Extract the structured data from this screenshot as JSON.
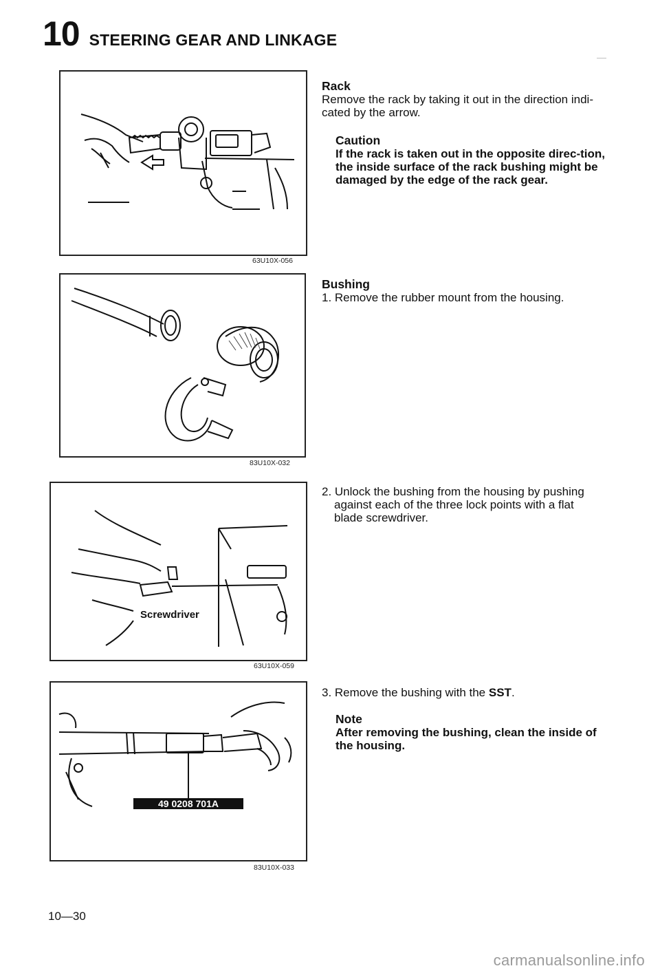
{
  "header": {
    "chapter_number": "10",
    "chapter_title": "STEERING GEAR AND LINKAGE"
  },
  "figures": {
    "fig1_code": "63U10X-056",
    "fig2_code": "83U10X-032",
    "fig3_code": "63U10X-059",
    "fig3_label": "Screwdriver",
    "fig4_code": "83U10X-033",
    "fig4_tool_label": "49 0208 701A"
  },
  "rack": {
    "heading": "Rack",
    "body": "Remove the rack by taking it out in the direction indi-cated by the arrow.",
    "caution_heading": "Caution",
    "caution_body": "If the rack is taken out in the opposite direc-tion, the inside surface of the rack bushing might be damaged by the edge of the rack gear."
  },
  "bushing": {
    "heading": "Bushing",
    "step1": "1. Remove the rubber mount from the housing.",
    "step2": "2. Unlock the bushing from the housing by pushing against each of the three lock points with a flat blade screwdriver.",
    "step3_prefix": "3. Remove the bushing with the ",
    "step3_bold": "SST",
    "step3_suffix": ".",
    "note_heading": "Note",
    "note_body": "After removing the bushing, clean the inside of the housing."
  },
  "footer": {
    "page_number": "10—30",
    "watermark": "carmanualsonline.info"
  }
}
